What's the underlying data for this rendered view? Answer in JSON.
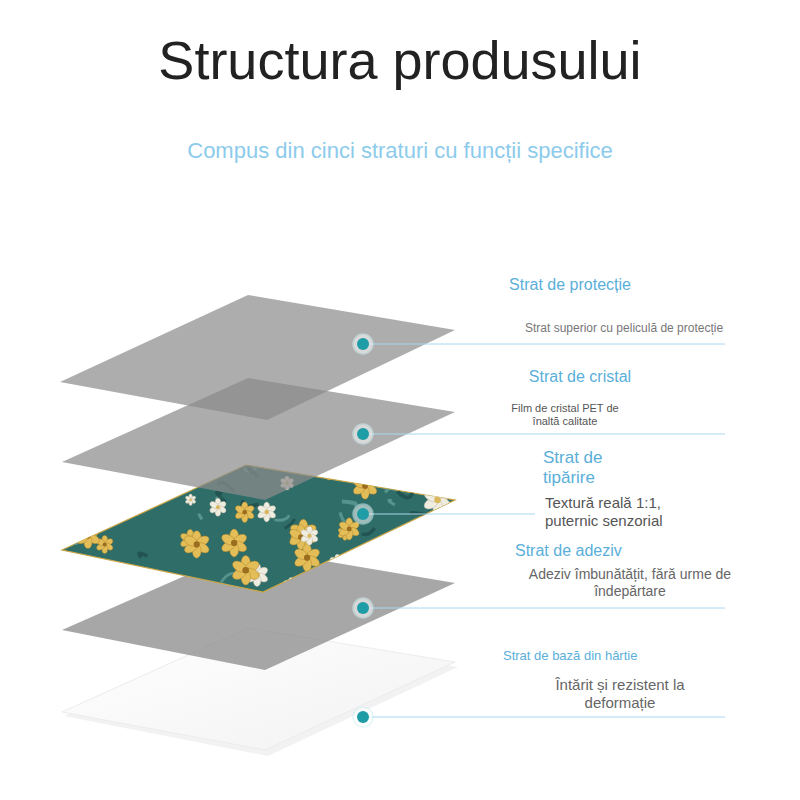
{
  "diagram": {
    "title": "Structura produsului",
    "labels": [
      "Compus din cinci straturi cu funcții specifice",
      "Strat de protecție",
      "Strat superior cu peliculă de protecție",
      "Strat de cristal",
      "Film de cristal PET de înaltă calitate",
      "Strat de tipărire",
      "Textură reală 1:1, puternic senzorial",
      "Strat de adeziv",
      "Adeziv îmbunătățit, fără urme de îndepărtare",
      "Strat de bază din hârtie",
      "Întărit și rezistent la deformație"
    ]
  }
}
